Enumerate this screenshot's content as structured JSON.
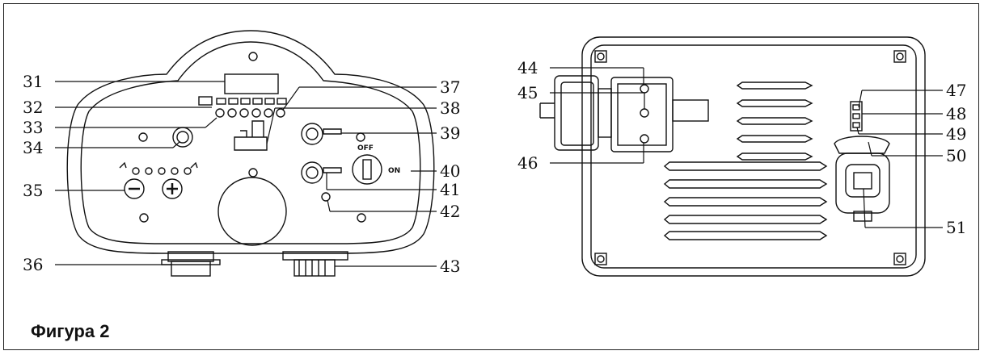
{
  "caption": "Фигура 2",
  "left_panel": {
    "callouts_left": [
      "31",
      "32",
      "33",
      "34",
      "35",
      "36"
    ],
    "callouts_right": [
      "37",
      "38",
      "39",
      "40",
      "41",
      "42",
      "43"
    ],
    "off_label": "OFF",
    "on_label": "ON"
  },
  "right_panel": {
    "callouts_left": [
      "44",
      "45",
      "46"
    ],
    "callouts_right": [
      "47",
      "48",
      "49",
      "50",
      "51"
    ]
  },
  "colors": {
    "line": "#111111",
    "background": "#ffffff"
  }
}
